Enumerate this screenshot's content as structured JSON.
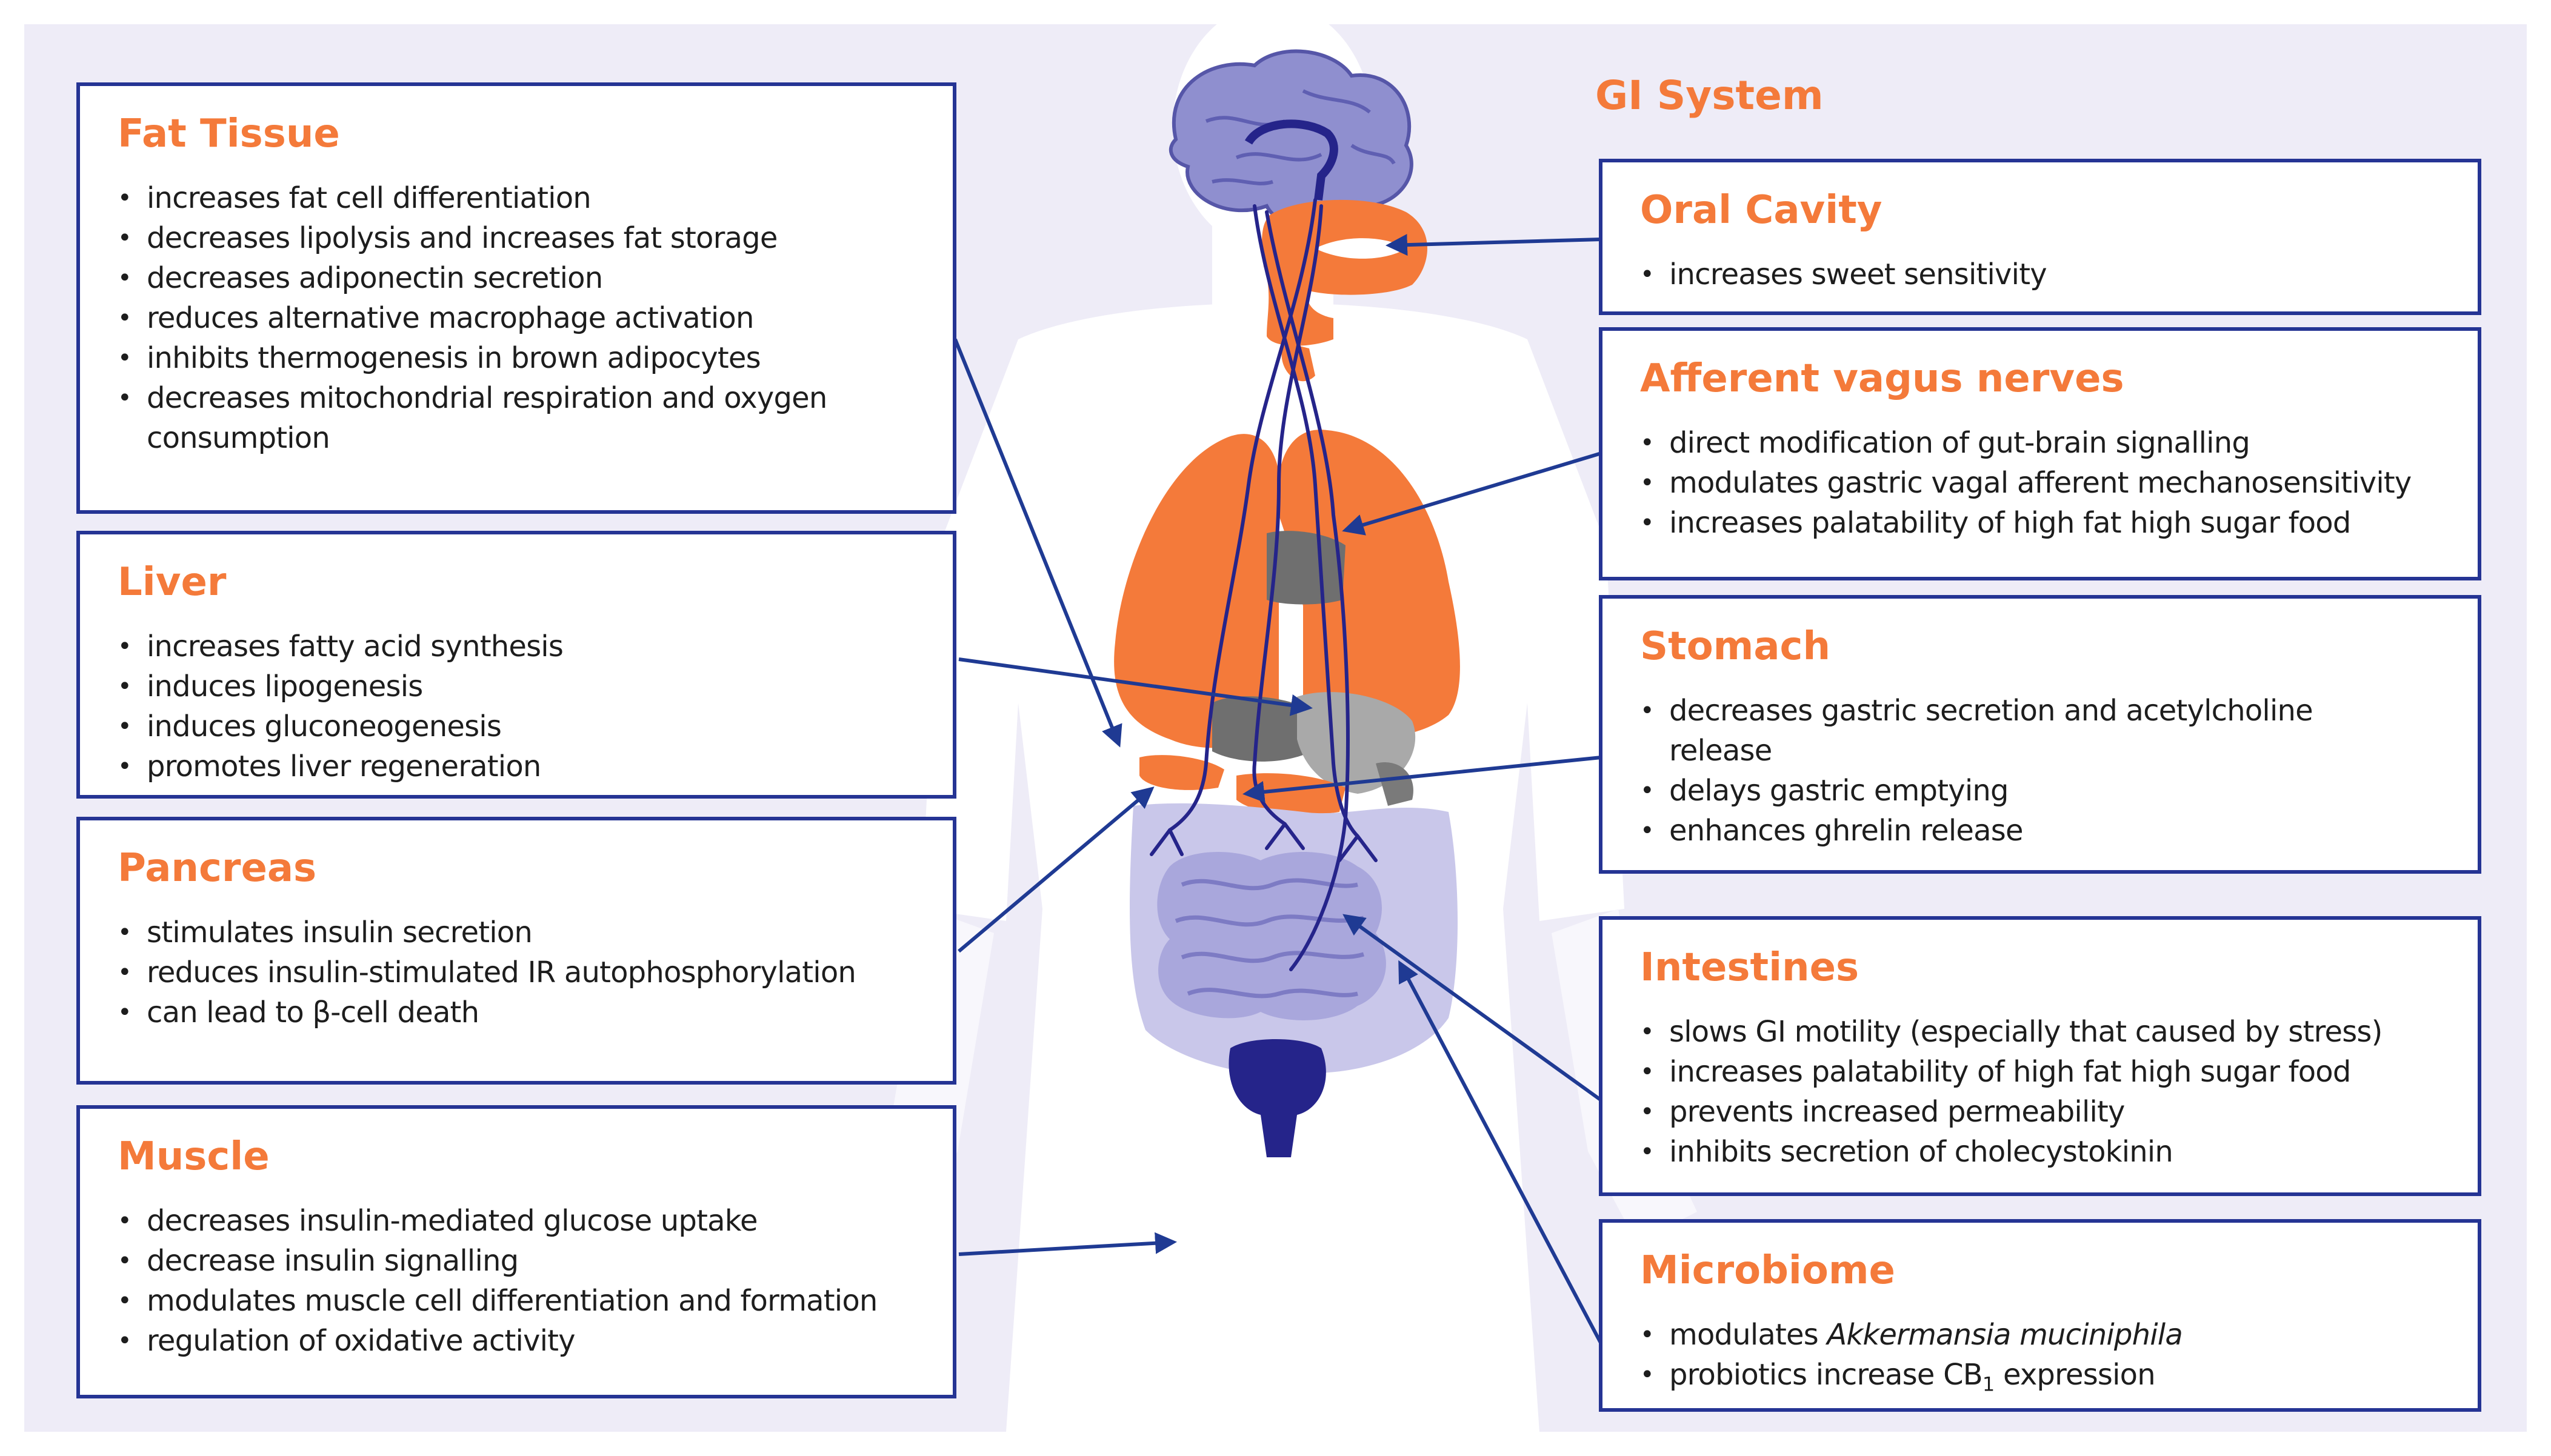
{
  "gi_system_title": "GI System",
  "boxes": {
    "fat": {
      "title": "Fat Tissue",
      "items": [
        "increases fat cell differentiation",
        "decreases lipolysis and increases fat storage",
        "decreases adiponectin secretion",
        "reduces alternative macrophage activation",
        "inhibits thermogenesis in brown adipocytes",
        "decreases mitochondrial respiration and oxygen consumption"
      ]
    },
    "liver": {
      "title": "Liver",
      "items": [
        "increases fatty acid synthesis",
        "induces lipogenesis",
        "induces gluconeogenesis",
        "promotes liver regeneration"
      ]
    },
    "pancreas": {
      "title": "Pancreas",
      "items": [
        "stimulates insulin secretion",
        "reduces insulin-stimulated IR autophosphorylation",
        "can lead to β-cell death"
      ]
    },
    "muscle": {
      "title": "Muscle",
      "items": [
        "decreases insulin-mediated glucose uptake",
        "decrease insulin signalling",
        "modulates muscle cell differentiation and formation",
        "regulation of oxidative activity"
      ]
    },
    "oral": {
      "title": "Oral Cavity",
      "items": [
        "increases sweet sensitivity"
      ]
    },
    "vagus": {
      "title": "Afferent vagus nerves",
      "items": [
        "direct modification of gut-brain signalling",
        "modulates gastric vagal afferent mechanosensitivity",
        "increases palatability of high fat high sugar food"
      ]
    },
    "stomach": {
      "title": "Stomach",
      "items": [
        "decreases gastric secretion and acetylcholine release",
        "delays gastric emptying",
        "enhances ghrelin release"
      ]
    },
    "intestines": {
      "title": "Intestines",
      "items": [
        "slows GI motility (especially that caused by stress)",
        "increases palatability of high fat high sugar food",
        "prevents increased permeability",
        "inhibits secretion of cholecystokinin"
      ]
    },
    "microbiome": {
      "title": "Microbiome",
      "item1_prefix": "modulates ",
      "item1_italic": "Akkermansia muciniphila",
      "item2_prefix": "probiotics increase CB",
      "item2_sub": "1",
      "item2_suffix": " expression"
    }
  },
  "colors": {
    "accent_orange": "#f47a3a",
    "border_blue": "#253494",
    "arrow_blue": "#1f3a93",
    "brain_purple": "#8f8fcf",
    "intestine_lavender": "#a9a7dc",
    "organ_gray": "#6f6f6f",
    "bladder_navy": "#25248a",
    "background_lavender": "#eeecf7"
  }
}
